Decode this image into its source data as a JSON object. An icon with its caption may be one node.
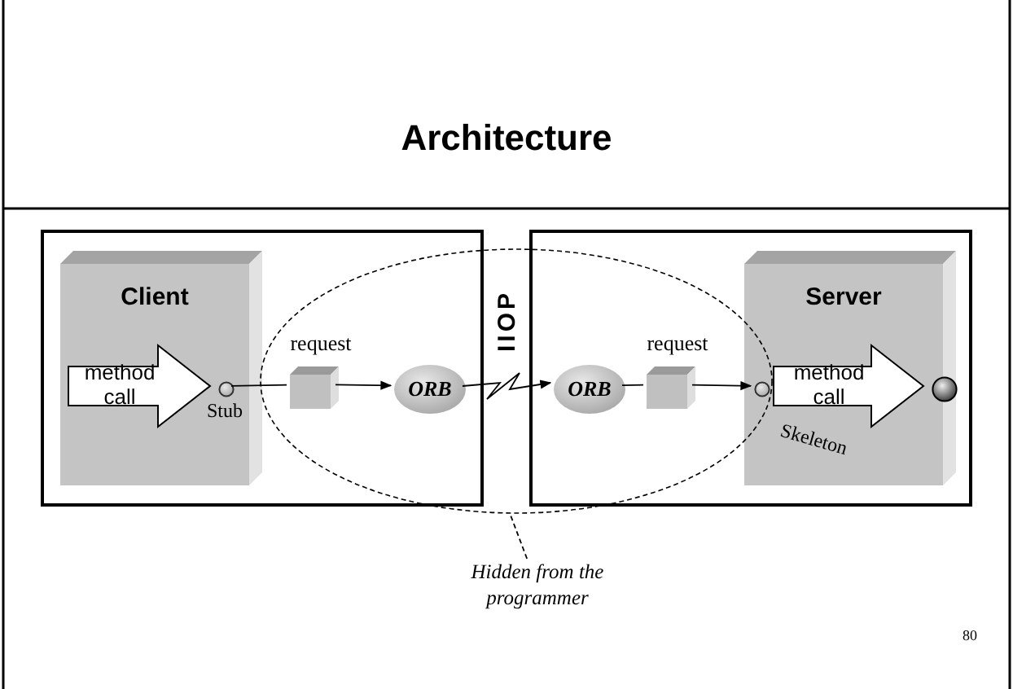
{
  "diagram": {
    "title": "Architecture",
    "nodes": [
      {
        "text": [],
        "shape": "box"
      },
      {
        "text": [
          "Client"
        ],
        "in": 0
      },
      {
        "text": [
          "Stub"
        ],
        "in": 1
      },
      {
        "text": [
          "request"
        ],
        "in": 0
      },
      {
        "text": [
          "ORB"
        ],
        "in": 0
      },
      {
        "text": [],
        "shape": "box"
      },
      {
        "text": [
          "ORB"
        ],
        "in": 5
      },
      {
        "text": [
          "request"
        ],
        "in": 5
      },
      {
        "text": [
          "Server"
        ],
        "in": 5
      },
      {
        "text": [
          "Skeleton"
        ],
        "in": 8
      },
      {
        "text": [],
        "shape": "circle",
        "in": 8
      },
      {
        "text": [
          "Hidden from the programmer"
        ]
      }
    ],
    "edges": [
      {
        "from": null,
        "to": 2,
        "arrow": "to",
        "label": "method call",
        "style": "thick"
      },
      {
        "from": 2,
        "to": 3,
        "arrow": "none"
      },
      {
        "from": 3,
        "to": 4,
        "arrow": "to"
      },
      {
        "from": 4,
        "to": 6,
        "arrow": "to",
        "label": "IIOP"
      },
      {
        "from": 6,
        "to": 7,
        "arrow": "none"
      },
      {
        "from": 7,
        "to": 9,
        "arrow": "to"
      },
      {
        "from": 9,
        "to": 10,
        "arrow": "to",
        "label": "method call",
        "style": "thick"
      },
      {
        "from": 11,
        "to": null,
        "arrow": "none",
        "style": "dashed"
      }
    ],
    "labels": [
      "80"
    ]
  }
}
